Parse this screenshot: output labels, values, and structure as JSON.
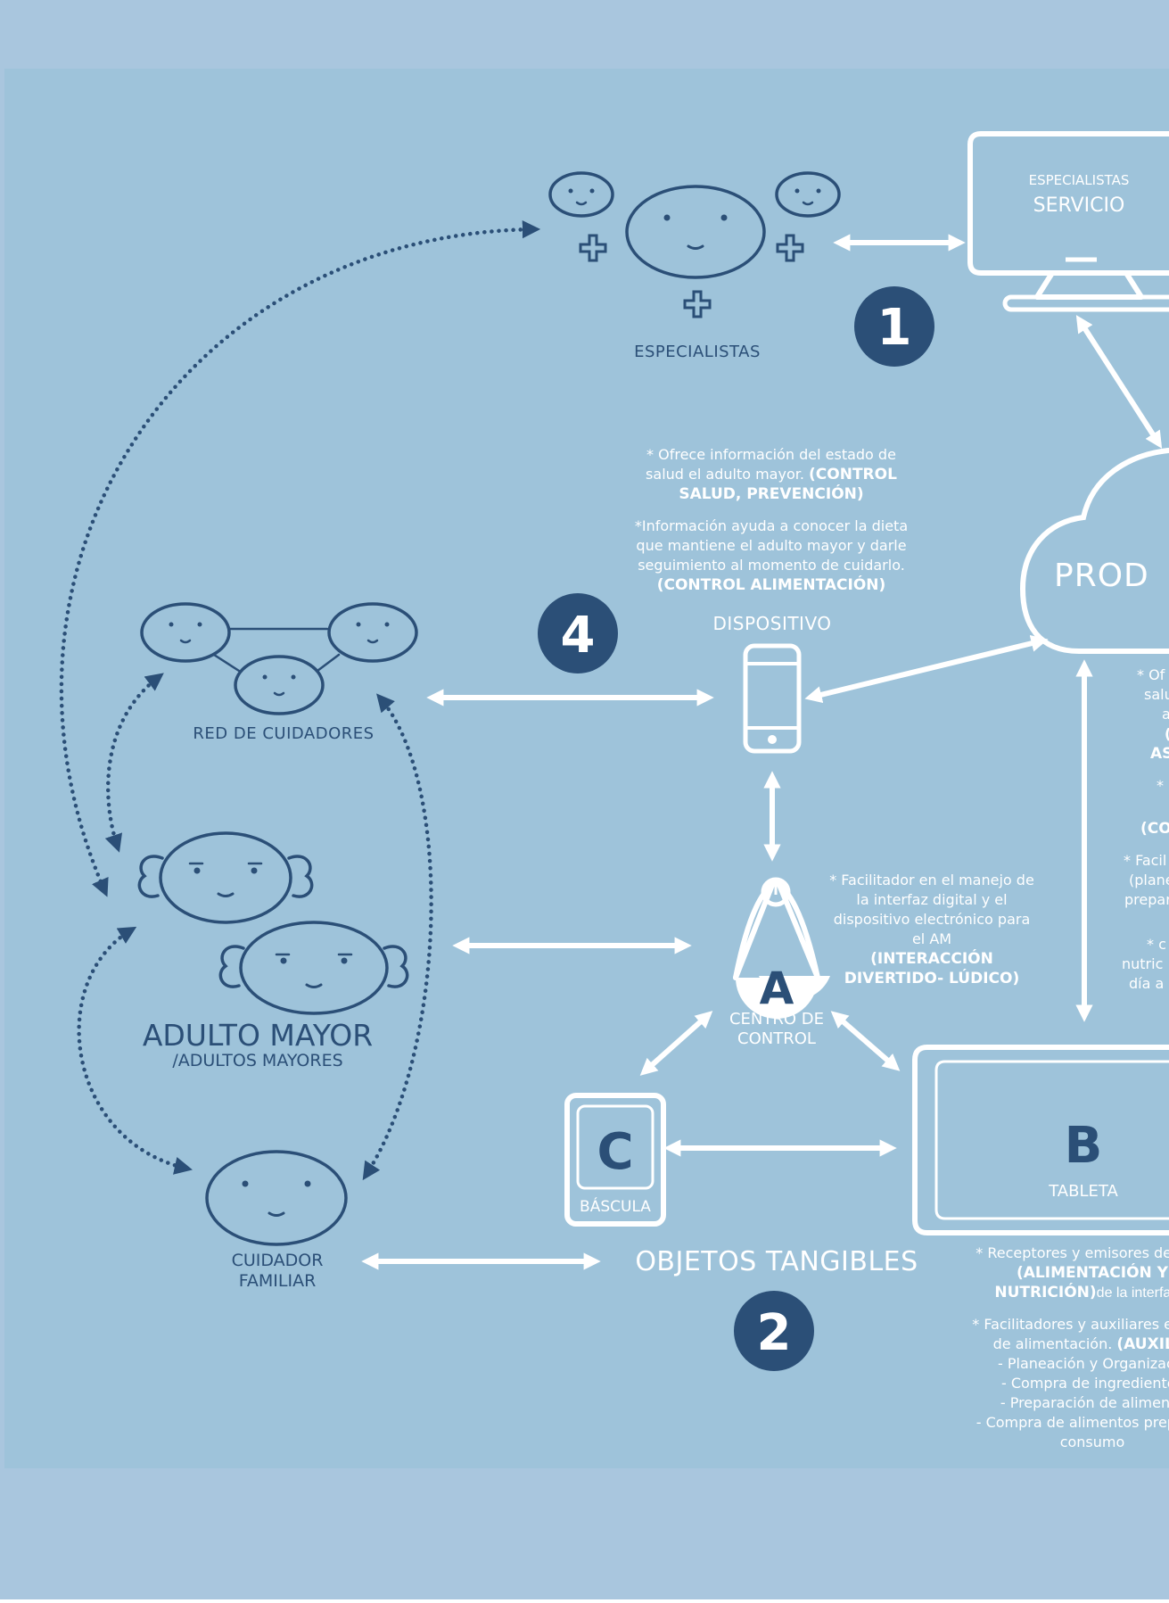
{
  "diagram": {
    "colors": {
      "band": "#a9c6de",
      "panel": "#9ec3da",
      "navy": "#2b4f77",
      "white": "#ffffff"
    },
    "markers": {
      "one": "1",
      "two": "2",
      "four": "4"
    },
    "especialistas": {
      "label": "ESPECIALISTAS"
    },
    "monitor": {
      "line1": "ESPECIALISTAS",
      "line2": "SERVICIO"
    },
    "cloud": {
      "label": "PROD"
    },
    "info_top": {
      "l1": "* Ofrece información del estado de",
      "l2a": "salud el adulto mayor.",
      "l2b": "(CONTROL",
      "l3": "SALUD, PREVENCIÓN)",
      "l4": "*Información ayuda a conocer la dieta",
      "l5": "que mantiene el adulto mayor y darle",
      "l6": "seguimiento al momento de cuidarlo.",
      "l7": "(CONTROL  ALIMENTACIÓN)"
    },
    "dispositivo": {
      "label": "DISPOSITIVO"
    },
    "red": {
      "label": "RED DE CUIDADORES"
    },
    "adulto": {
      "title": "ADULTO MAYOR",
      "subtitle": "/ADULTOS MAYORES"
    },
    "cuidador": {
      "line1": "CUIDADOR",
      "line2": "FAMILIAR"
    },
    "centro": {
      "letter": "A",
      "line1": "CENTRO DE",
      "line2": "CONTROL"
    },
    "info_a": {
      "l1": "* Facilitador en el manejo de",
      "l2": "la interfaz digital y el",
      "l3": "dispositivo electrónico para",
      "l4": "el AM",
      "l5": "(INTERACCIÓN",
      "l6": "DIVERTIDO- LÚDICO)"
    },
    "bascula": {
      "letter": "C",
      "label": "BÁSCULA"
    },
    "tableta": {
      "letter": "B",
      "label": "TABLETA"
    },
    "objetos": {
      "label": "OBJETOS TANGIBLES"
    },
    "info_b": {
      "l1": "* Receptores y emisores de  infor",
      "l2": "(ALIMENTACIÓN Y",
      "l3a": "NUTRICIÓN)",
      "l3b": "de la interfaz d",
      "l4": "* Facilitadores y auxiliares en el p",
      "l5a": "de alimentación.",
      "l5b": "(AUXILIA",
      "l6": "- Planeación y Organizació",
      "l7": "- Compra de ingredientes",
      "l8": "- Preparación de alimento",
      "l9": "- Compra de alimentos preparad",
      "l10": "consumo"
    },
    "right_edge": {
      "r1": "* Of",
      "r2": "salu",
      "r3": "a",
      "r4": "(",
      "r5": "AS",
      "r6": "*",
      "r7": "(CO",
      "r8": "* Facil",
      "r9": "(plane",
      "r10": "prepar",
      "r11": "* c",
      "r12": "nutric",
      "r13": "día a"
    }
  }
}
